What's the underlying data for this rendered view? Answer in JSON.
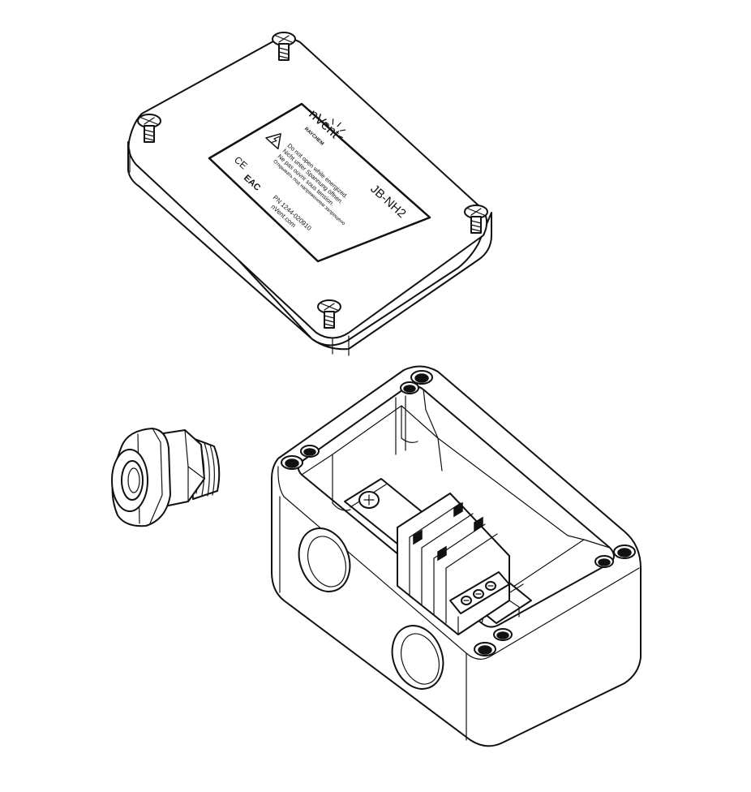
{
  "label": {
    "brand": "nVent",
    "subbrand": "RAYCHEM",
    "model": "JB-NH2",
    "warning_1": "Do not open while energized.",
    "warning_2": "Nicht unter Spannung öffnen.",
    "warning_3": "Ne pas ouvrir sous tension.",
    "warning_4": "Открывать под напряжением запрещено",
    "part_number": "PN 1244-020910",
    "website": "nVent.com",
    "mark_ce": "CE",
    "mark_eac": "EAC"
  }
}
